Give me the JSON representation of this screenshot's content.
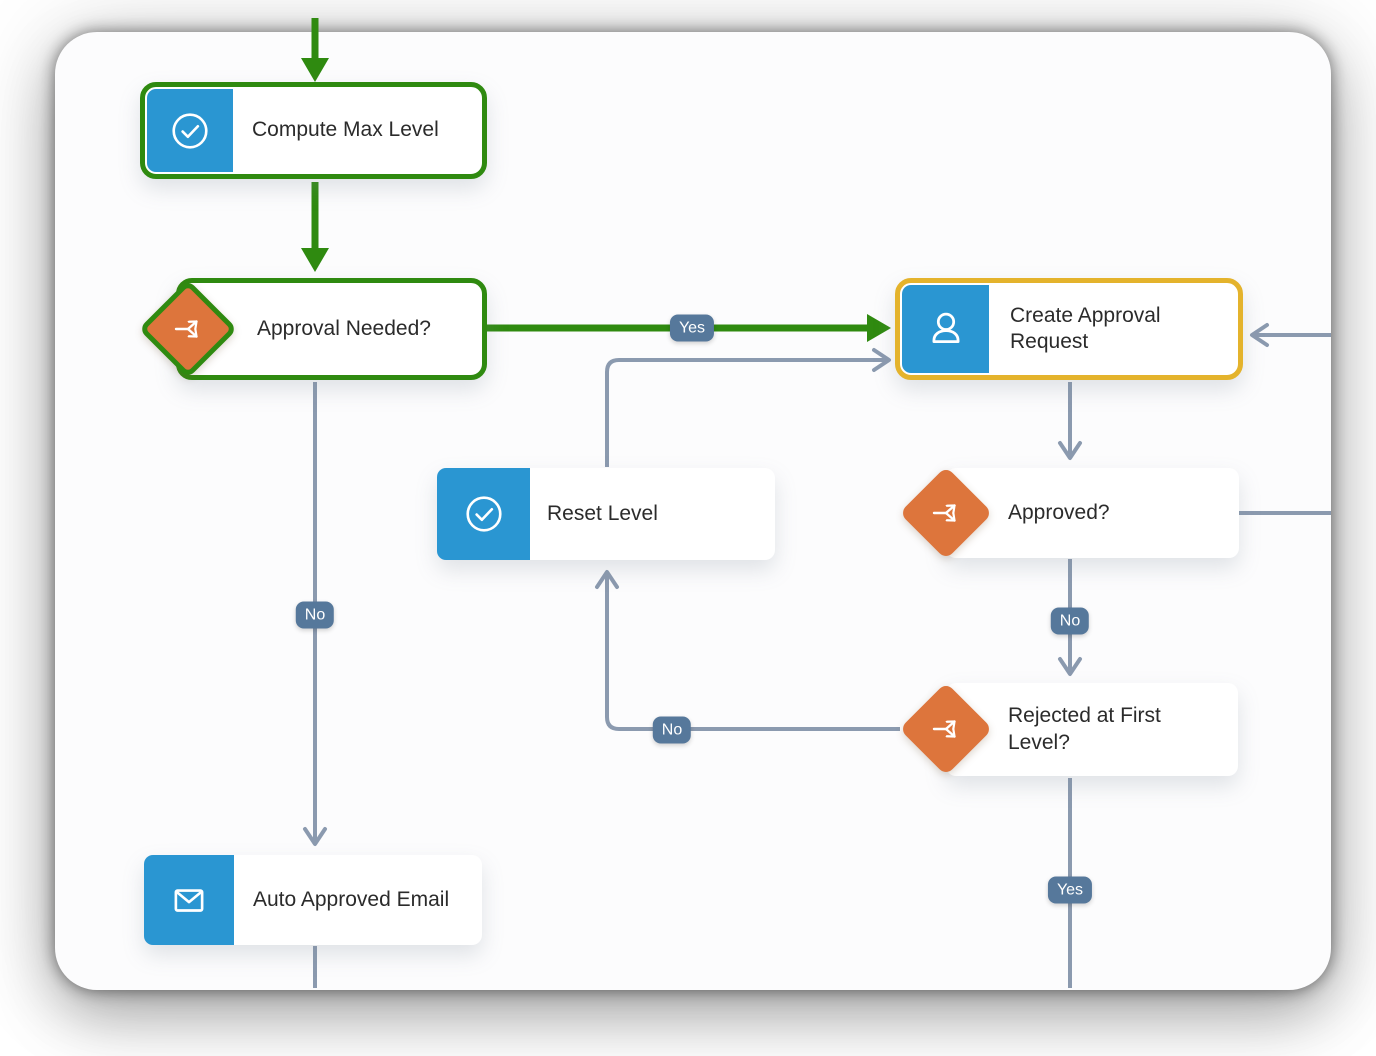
{
  "diagram": {
    "type": "flowchart",
    "colors": {
      "highlight_border_green": "#2F8A10",
      "selected_border_gold": "#E4B32C",
      "task_icon_blue": "#2A96D2",
      "gateway_diamond_orange": "#DD753C",
      "connector_line_gray": "#8B9AAF",
      "edge_badge_blue": "#56789B",
      "node_text": "#2B2B2B",
      "canvas_background": "#FCFCFD"
    },
    "nodes": [
      {
        "id": "compute-max-level",
        "label": "Compute Max Level",
        "icon": "check-circle-icon",
        "kind": "task",
        "state": "highlighted-green"
      },
      {
        "id": "approval-needed",
        "label": "Approval Needed?",
        "icon": "branch-icon",
        "kind": "gateway",
        "state": "highlighted-green"
      },
      {
        "id": "create-approval-request",
        "label": "Create Approval Request",
        "icon": "user-icon",
        "kind": "user-task",
        "state": "selected-gold"
      },
      {
        "id": "reset-level",
        "label": "Reset Level",
        "icon": "check-circle-icon",
        "kind": "task",
        "state": "default"
      },
      {
        "id": "approved",
        "label": "Approved?",
        "icon": "branch-icon",
        "kind": "gateway",
        "state": "default"
      },
      {
        "id": "rejected-first-level",
        "label": "Rejected at First Level?",
        "icon": "branch-icon",
        "kind": "gateway",
        "state": "default"
      },
      {
        "id": "auto-approved-email",
        "label": "Auto Approved Email",
        "icon": "mail-icon",
        "kind": "mail-task",
        "state": "default"
      }
    ],
    "edges": [
      {
        "from": "(top-offscreen)",
        "to": "compute-max-level",
        "label": "",
        "style": "green"
      },
      {
        "from": "compute-max-level",
        "to": "approval-needed",
        "label": "",
        "style": "green"
      },
      {
        "from": "approval-needed",
        "to": "create-approval-request",
        "label": "Yes",
        "style": "green"
      },
      {
        "from": "approval-needed",
        "to": "auto-approved-email",
        "label": "No",
        "style": "gray"
      },
      {
        "from": "create-approval-request",
        "to": "approved",
        "label": "",
        "style": "gray"
      },
      {
        "from": "approved",
        "to": "rejected-first-level",
        "label": "No",
        "style": "gray"
      },
      {
        "from": "approved",
        "to": "(right-offscreen)",
        "label": "",
        "style": "gray"
      },
      {
        "from": "rejected-first-level",
        "to": "reset-level",
        "label": "No",
        "style": "gray"
      },
      {
        "from": "reset-level",
        "to": "create-approval-request",
        "label": "",
        "style": "gray"
      },
      {
        "from": "(right-offscreen)",
        "to": "create-approval-request",
        "label": "",
        "style": "gray"
      },
      {
        "from": "rejected-first-level",
        "to": "(bottom-offscreen)",
        "label": "Yes",
        "style": "gray"
      },
      {
        "from": "auto-approved-email",
        "to": "(bottom-offscreen)",
        "label": "",
        "style": "gray"
      }
    ]
  }
}
